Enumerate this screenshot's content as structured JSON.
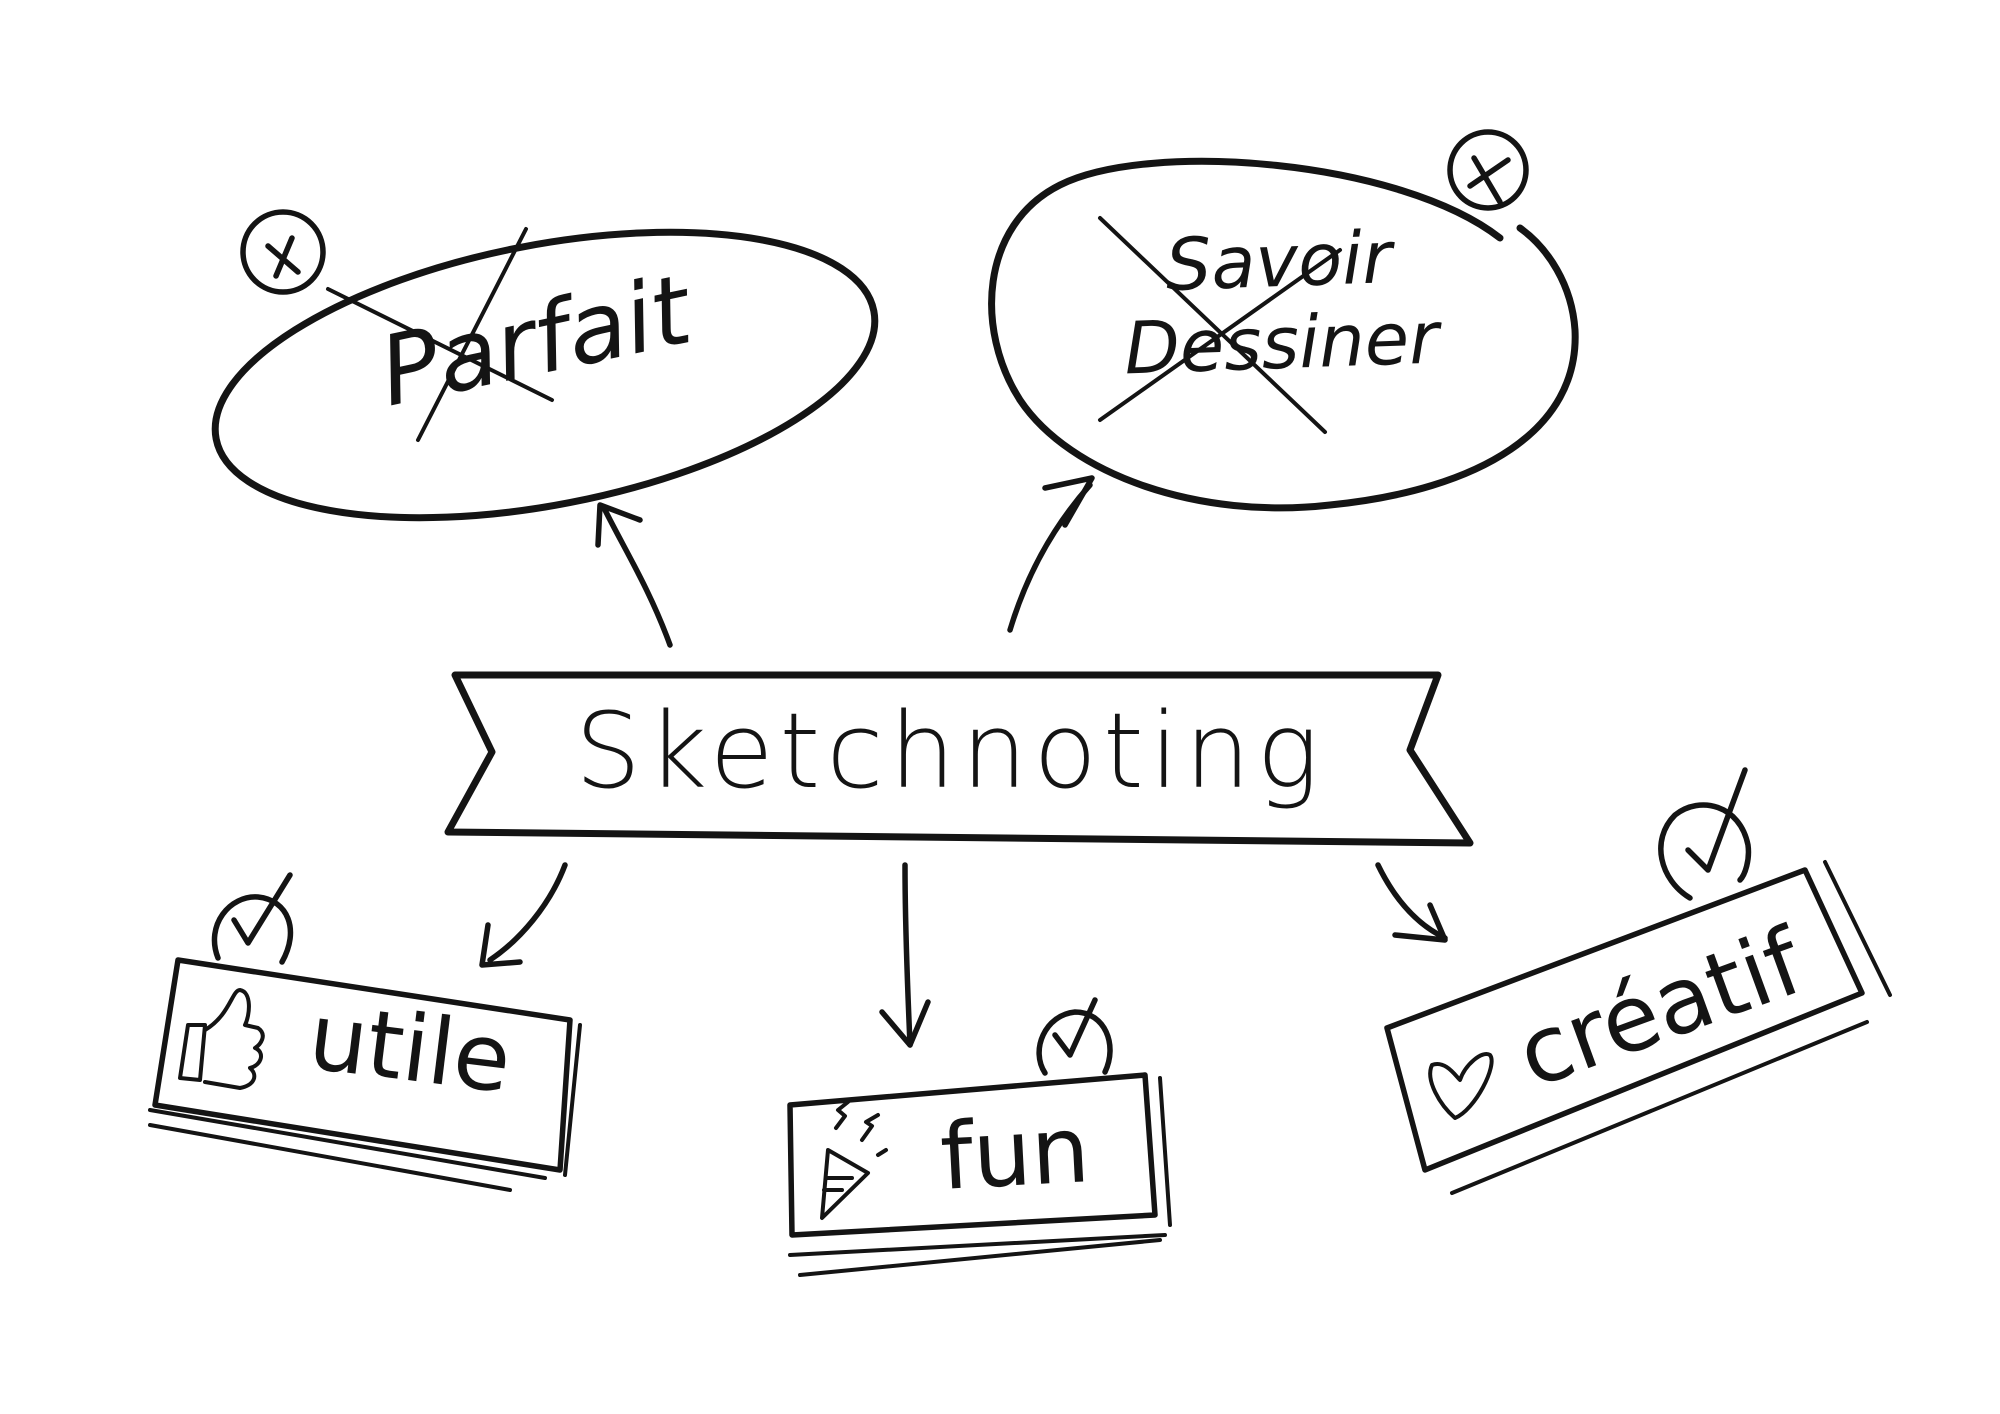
{
  "diagram": {
    "title": "Sketchnoting",
    "style": "hand-drawn black pencil on white",
    "colors": {
      "ink": "#141414",
      "background": "#ffffff"
    },
    "negatives": [
      {
        "label": "Parfait",
        "shape": "ellipse",
        "struck_through": true,
        "badge_icon": "cross-circle-icon"
      },
      {
        "label_line1": "Savoir",
        "label_line2": "Dessiner",
        "shape": "ellipse",
        "struck_through": true,
        "badge_icon": "cross-circle-icon"
      }
    ],
    "positives": [
      {
        "label": "utile",
        "shape": "box",
        "icon": "thumbs-up-icon",
        "badge_icon": "check-circle-icon"
      },
      {
        "label": "fun",
        "shape": "box",
        "icon": "party-popper-icon",
        "badge_icon": "check-circle-icon"
      },
      {
        "label": "créatif",
        "shape": "box",
        "icon": "heart-icon",
        "badge_icon": "check-circle-icon"
      }
    ]
  }
}
